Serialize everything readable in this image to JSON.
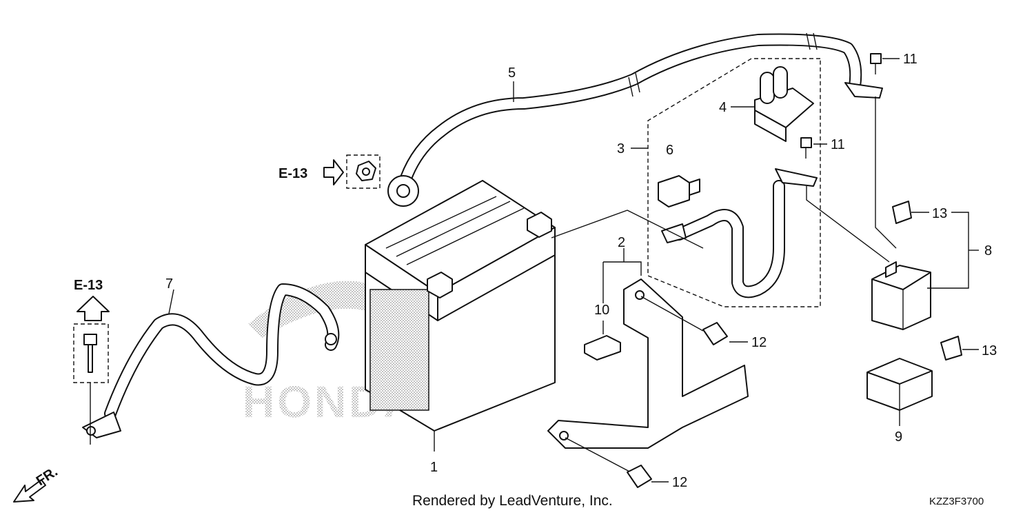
{
  "callouts": {
    "c1": "1",
    "c2": "2",
    "c3": "3",
    "c4": "4",
    "c5": "5",
    "c6": "6",
    "c7": "7",
    "c8": "8",
    "c9": "9",
    "c10": "10",
    "c11a": "11",
    "c11b": "11",
    "c12a": "12",
    "c12b": "12",
    "c13a": "13",
    "c13b": "13"
  },
  "references": {
    "e13_top": "E-13",
    "e13_left": "E-13"
  },
  "front_marker": "FR.",
  "watermark": "HONDA",
  "footer": {
    "credit": "Rendered by LeadVenture, Inc.",
    "diagram_code": "KZZ3F3700"
  }
}
